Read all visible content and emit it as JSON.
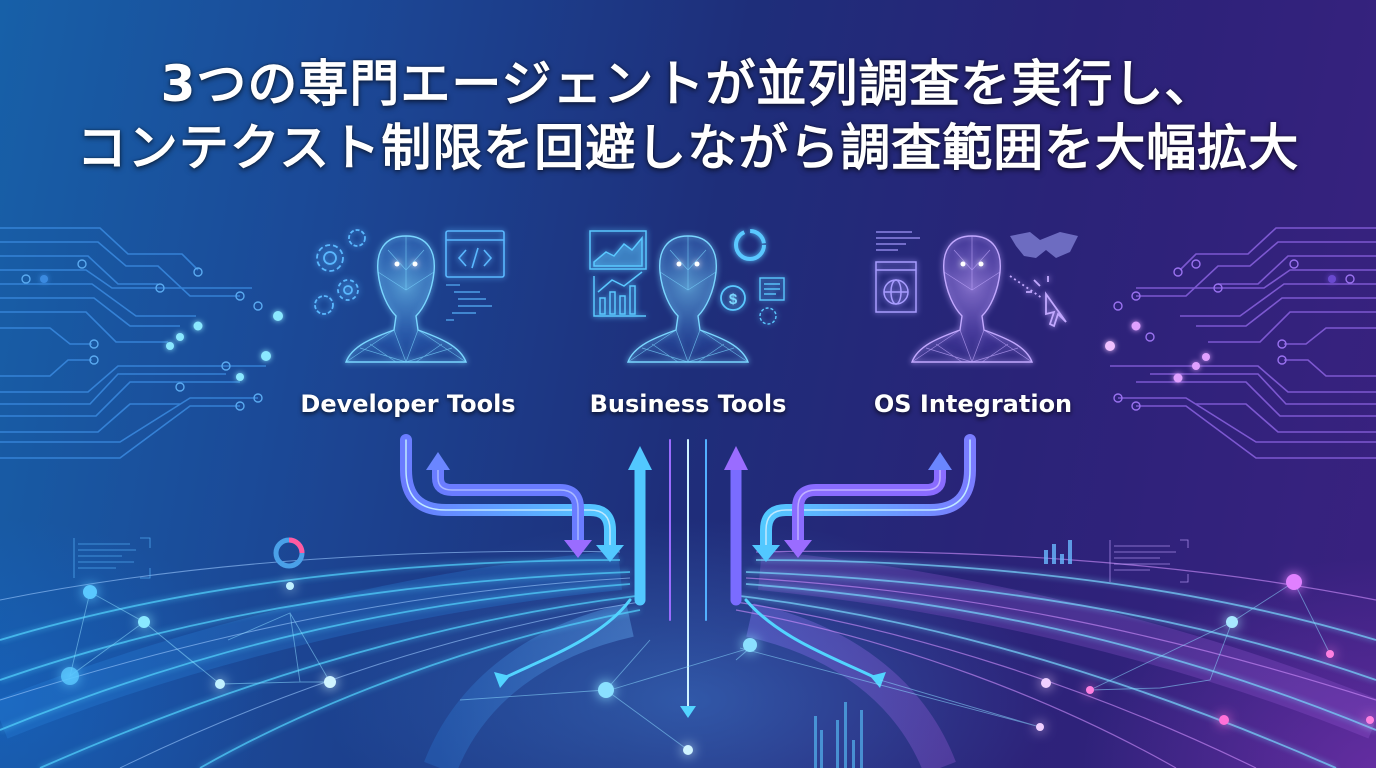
{
  "title": {
    "line1": "3つの専門エージェントが並列調査を実行し、",
    "line2": "コンテクスト制限を回避しながら調査範囲を大幅拡大"
  },
  "agents": [
    {
      "label": "Developer Tools",
      "color": "#5ab8ff",
      "icons": [
        "gear-icon",
        "code-window-icon",
        "code-lines-icon"
      ]
    },
    {
      "label": "Business Tools",
      "color": "#5ac8ff",
      "icons": [
        "area-chart-icon",
        "bar-chart-icon",
        "donut-chart-icon",
        "dollar-coin-icon",
        "document-icon"
      ]
    },
    {
      "label": "OS Integration",
      "color": "#a88cff",
      "icons": [
        "browser-globe-icon",
        "world-map-icon",
        "cursor-click-icon"
      ]
    }
  ],
  "colors": {
    "bg_left": "#1760a8",
    "bg_center": "#1e2e7a",
    "bg_right": "#3a2180",
    "cyan": "#52d4ff",
    "blue": "#4a8cff",
    "violet": "#9a6cff",
    "magenta": "#e86cff"
  }
}
